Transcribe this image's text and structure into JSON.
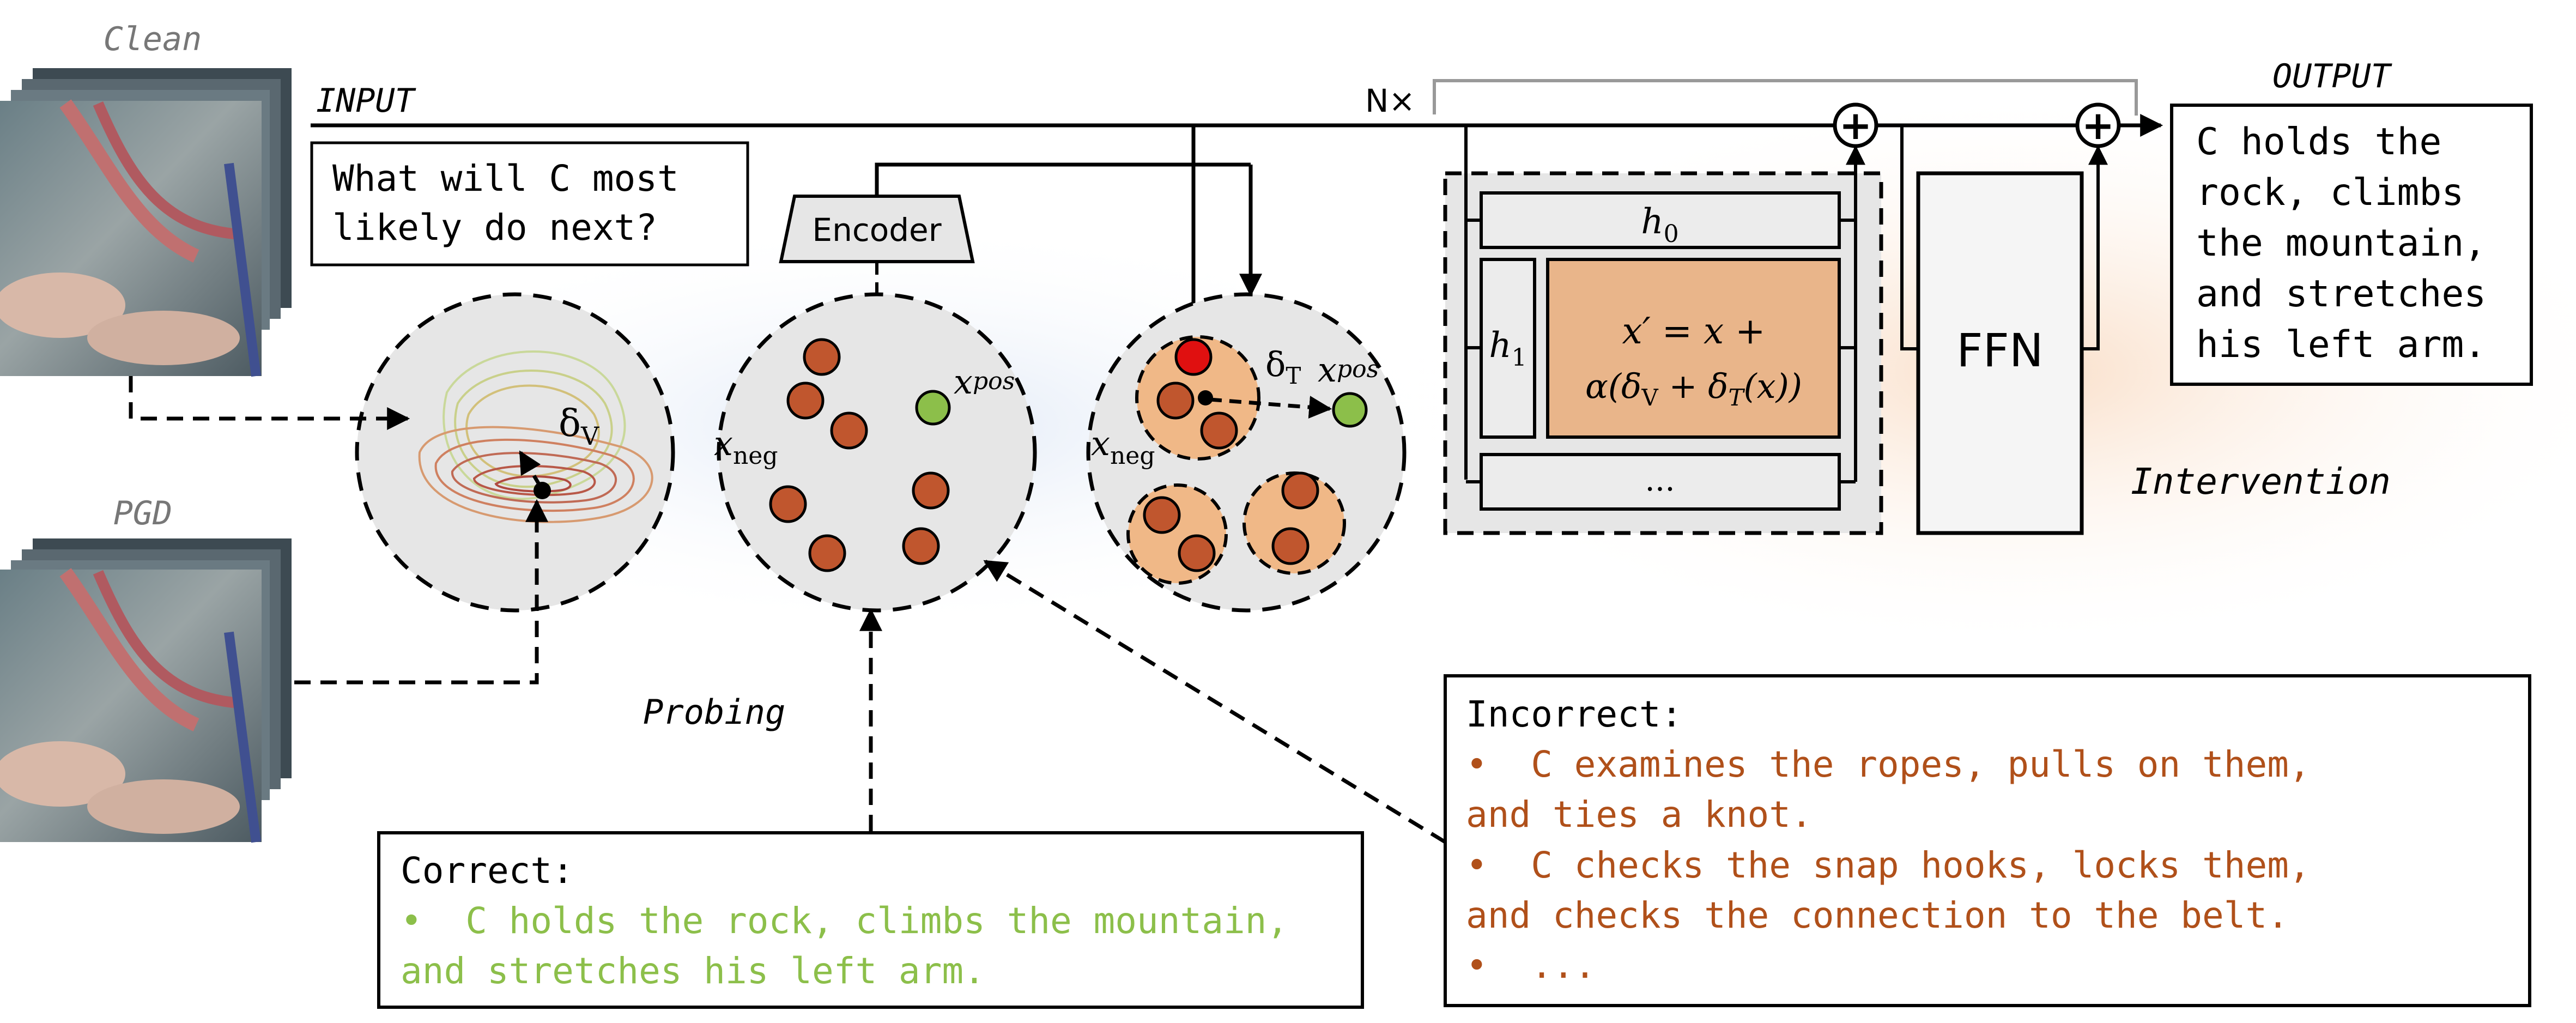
{
  "labels": {
    "clean": "Clean",
    "pgd": "PGD",
    "input": "INPUT",
    "output": "OUTPUT",
    "n_times": "N×",
    "encoder": "Encoder",
    "ffn": "FFN",
    "intervention": "Intervention",
    "probing": "Probing"
  },
  "question": {
    "line1": "What will C most",
    "line2": "likely do next?"
  },
  "output_answer": {
    "lines": [
      "C holds the",
      "rock, climbs",
      "the mountain,",
      "and stretches",
      "his left arm."
    ]
  },
  "math": {
    "delta_v": "δ",
    "delta_v_sub": "V",
    "delta_t": "δ",
    "delta_t_sub": "T",
    "x": "x",
    "sub_pos": "pos",
    "sub_neg": "neg",
    "h0": "h",
    "h0_sub": "0",
    "h1": "h",
    "h1_sub": "1",
    "ellipsis": "...",
    "formula_line1": "x′ = x +",
    "formula_line2": "α(δ",
    "formula_line2_sub1": "V",
    "formula_line2_mid": " + δ",
    "formula_line2_sub2": "T",
    "formula_line2_end": "(x))",
    "plus": "+"
  },
  "correct_box": {
    "title": "Correct:",
    "line1": "•  C holds the rock, climbs the mountain,",
    "line2": "and stretches his left arm."
  },
  "incorrect_box": {
    "title": "Incorrect:",
    "line1": "•  C examines the ropes, pulls on them,",
    "line2": "and ties a knot.",
    "line3": "•  C checks the snap hooks, locks them,",
    "line4": "and checks the connection to the belt.",
    "line5": "•  ..."
  },
  "colors": {
    "correct_green": "#8cbf4a",
    "incorrect_orange": "#b0501a",
    "neg_dot": "#c0562e",
    "pos_dot": "#8cbf4a",
    "anchor_dot": "#e01010",
    "cluster_fill": "#f0b887",
    "panel_fill": "#e6e6e6",
    "formula_fill": "#e9b58a"
  }
}
